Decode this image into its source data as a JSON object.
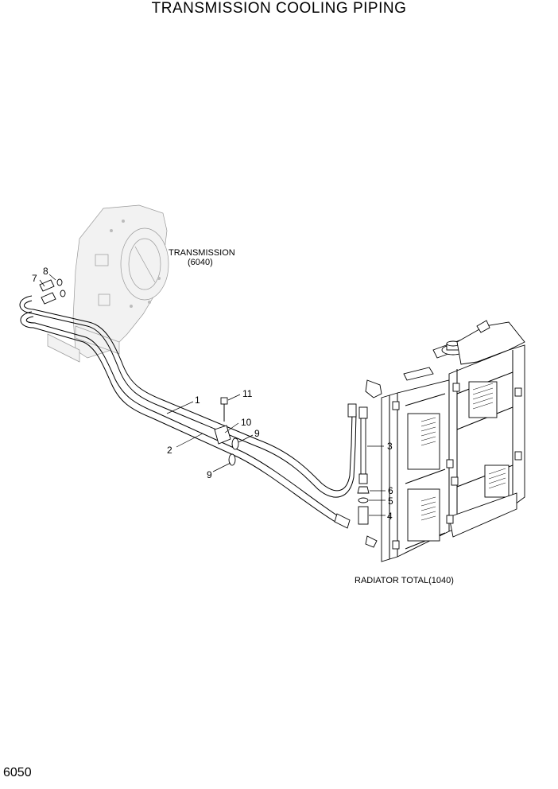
{
  "title": "TRANSMISSION COOLING PIPING",
  "page_number": "6050",
  "labels": {
    "transmission_name": "TRANSMISSION",
    "transmission_ref": "(6040)",
    "radiator": "RADIATOR TOTAL(1040)"
  },
  "callouts": {
    "c1": "1",
    "c2": "2",
    "c3": "3",
    "c4": "4",
    "c5": "5",
    "c6": "6",
    "c7": "7",
    "c8": "8",
    "c9a": "9",
    "c9b": "9",
    "c10": "10",
    "c11": "11"
  }
}
